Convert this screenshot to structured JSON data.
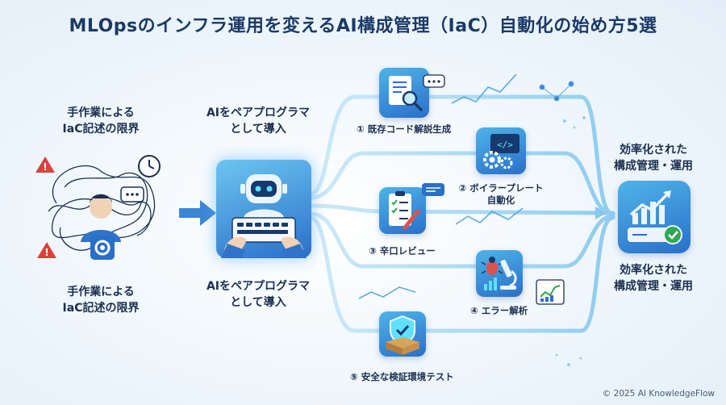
{
  "title": "MLOpsのインフラ運用を変えるAI構成管理（IaC）自動化の始め方5選",
  "left": {
    "caption_top_line1": "手作業による",
    "caption_top_line2": "IaC記述の限界",
    "caption_bottom_line1": "手作業による",
    "caption_bottom_line2": "IaC記述の限界"
  },
  "center": {
    "caption_top_line1": "AIをペアプログラマ",
    "caption_top_line2": "として導入",
    "caption_bottom_line1": "AIをペアプログラマ",
    "caption_bottom_line2": "として導入"
  },
  "steps": {
    "s1": "① 既存コード解説生成",
    "s2_line1": "② ボイラープレート",
    "s2_line2": "自動化",
    "s3": "③ 辛口レビュー",
    "s4": "④ エラー解析",
    "s5": "⑤ 安全な検証環境テスト"
  },
  "right": {
    "caption_top_line1": "効率化された",
    "caption_top_line2": "構成管理・運用",
    "caption_bottom_line1": "効率化された",
    "caption_bottom_line2": "構成管理・運用"
  },
  "copyright": "© 2025 AI KnowledgeFlow",
  "colors": {
    "title": "#1b3a66",
    "accent": "#2a6fc9",
    "flow": "#9fd4f2",
    "warning": "#d9423a"
  }
}
